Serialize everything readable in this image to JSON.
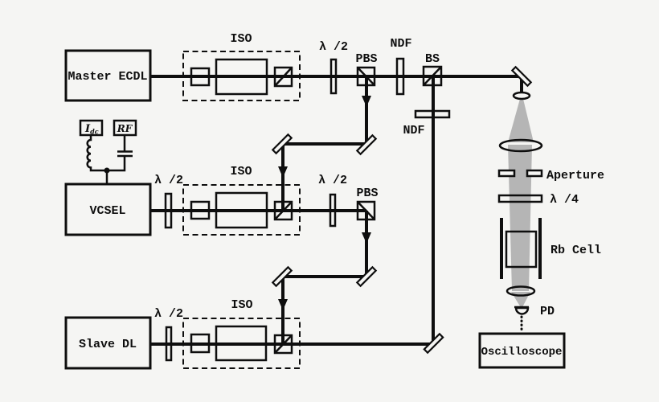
{
  "colors": {
    "background": "#f5f5f3",
    "line": "#0e0e0e",
    "beam": "#a6a6a6",
    "surface": "#f5f5f3"
  },
  "boxes": {
    "master_label": "Master ECDL",
    "vcsel_label": "VCSEL",
    "slave_label": "Slave DL",
    "oscilloscope_label": "Oscilloscope",
    "dc_source_label": "I",
    "dc_source_sub": "dc",
    "rf_source_label": "RF"
  },
  "optics": {
    "iso_top_label": "ISO",
    "iso_mid_label": "ISO",
    "iso_bottom_label": "ISO",
    "half_wave_top_label": "λ /2",
    "half_wave_vcsel_label": "λ /2",
    "half_wave_mid_label": "λ /2",
    "half_wave_slave_label": "λ /2",
    "pbs_top_label": "PBS",
    "pbs_mid_label": "PBS",
    "bs_label": "BS",
    "ndf_top_label": "NDF",
    "ndf_mid_label": "NDF",
    "aperture_label": "Aperture",
    "quarter_wave_label": "λ /4",
    "rb_cell_label": "Rb Cell",
    "pd_label": "PD"
  }
}
